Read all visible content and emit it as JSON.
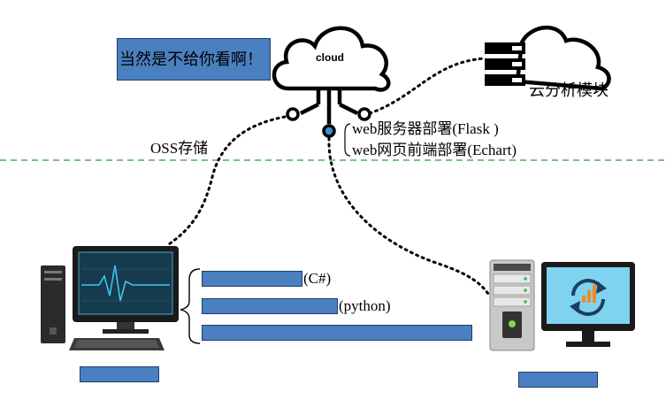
{
  "note_text": "当然是不给你看啊！",
  "cloud_label": "cloud",
  "cloud_module_label": "云分析模块",
  "oss_label": "OSS存储",
  "web_deploy_lines": [
    "web服务器部署(Flask )",
    "web网页前端部署(Echart)"
  ],
  "client_branches": [
    "(C#)",
    "(python)"
  ],
  "icons": [
    "cloud-icon",
    "server-rack-icon",
    "desktop-computer-icon",
    "server-tower-icon",
    "monitor-sync-icon"
  ],
  "colors": {
    "box_fill": "#4a7fc1",
    "divider": "#4caf50",
    "cloud_node": "#3b8fd6",
    "line": "#000000"
  }
}
